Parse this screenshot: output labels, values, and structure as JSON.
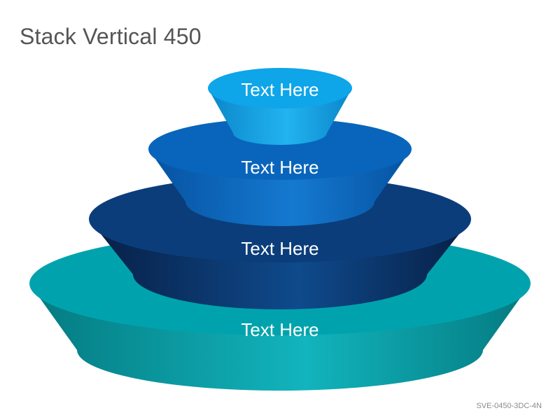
{
  "title": "Stack Vertical 450",
  "footer_code": "SVE-0450-3DC-4N",
  "tiers": [
    {
      "label": "Text Here",
      "top_color": "#0ea5e9",
      "side_light": "#22b3f0",
      "side_dark": "#0a86c9"
    },
    {
      "label": "Text Here",
      "top_color": "#0865bb",
      "side_light": "#1579d0",
      "side_dark": "#0652a0"
    },
    {
      "label": "Text Here",
      "top_color": "#0b3d7a",
      "side_light": "#0f4a8c",
      "side_dark": "#071f45"
    },
    {
      "label": "Text Here",
      "top_color": "#00a3ad",
      "side_light": "#12b4bd",
      "side_dark": "#047a80"
    }
  ]
}
